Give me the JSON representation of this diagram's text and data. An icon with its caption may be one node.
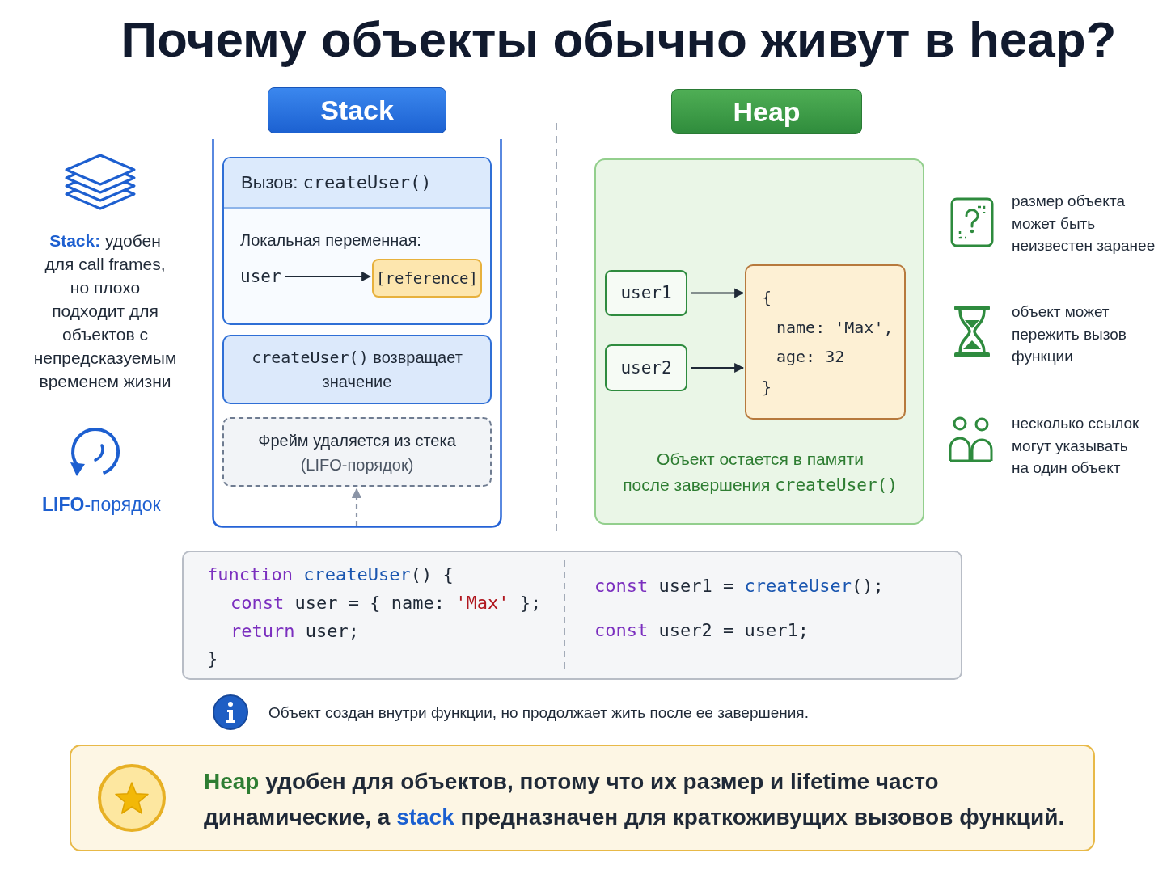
{
  "diagram": {
    "title": "Почему объекты обычно живут в heap?",
    "nodes": [
      {
        "text": [
          "Stack"
        ]
      },
      {
        "text": [
          "Вызов: createUser()",
          "Локальная переменная:"
        ],
        "in": 0
      },
      {
        "text": [
          "user"
        ],
        "in": 1
      },
      {
        "text": [
          "[reference]"
        ],
        "in": 1
      },
      {
        "text": [
          "createUser() возвращает значение"
        ],
        "in": 0
      },
      {
        "text": [
          "Фрейм удаляется из стека",
          "(LIFO-порядок)"
        ],
        "in": 0
      },
      {
        "text": [
          "Heap",
          "Объект остается в памяти после завершения createUser()"
        ]
      },
      {
        "text": [
          "user1"
        ],
        "in": 6
      },
      {
        "text": [
          "user2"
        ],
        "in": 6
      },
      {
        "text": [
          "{",
          "name: 'Max',",
          "age: 32",
          "}"
        ],
        "in": 6
      },
      {
        "text": [
          "function createUser() {",
          "const user = { name: 'Max' };",
          "return user;",
          "}",
          "const user1 = createUser();",
          "const user2 = user1;"
        ]
      },
      {
        "text": [
          "**Heap** удобен для объектов, потому что их размер и lifetime часто динамические, а **stack** предназначен для краткоживущих вызовов функций."
        ]
      }
    ],
    "edges": [
      {
        "from": 2,
        "to": 3,
        "arrow": "to"
      },
      {
        "from": 7,
        "to": 9,
        "arrow": "to"
      },
      {
        "from": 8,
        "to": 9,
        "arrow": "to"
      },
      {
        "from": null,
        "to": 5,
        "arrow": "to",
        "style": "dashed",
        "color": "#8a94a6"
      }
    ],
    "labels": [
      "**Stack:** удобен для call frames, но плохо подходит для объектов с непредсказуемым временем жизни",
      "**LIFO**-порядок",
      "размер объекта может быть неизвестен заранее",
      "объект может пережить вызов функции",
      "несколько ссылок могут указывать на один объект",
      "Объект создан внутри функции, но продолжает жить после ее завершения."
    ]
  }
}
